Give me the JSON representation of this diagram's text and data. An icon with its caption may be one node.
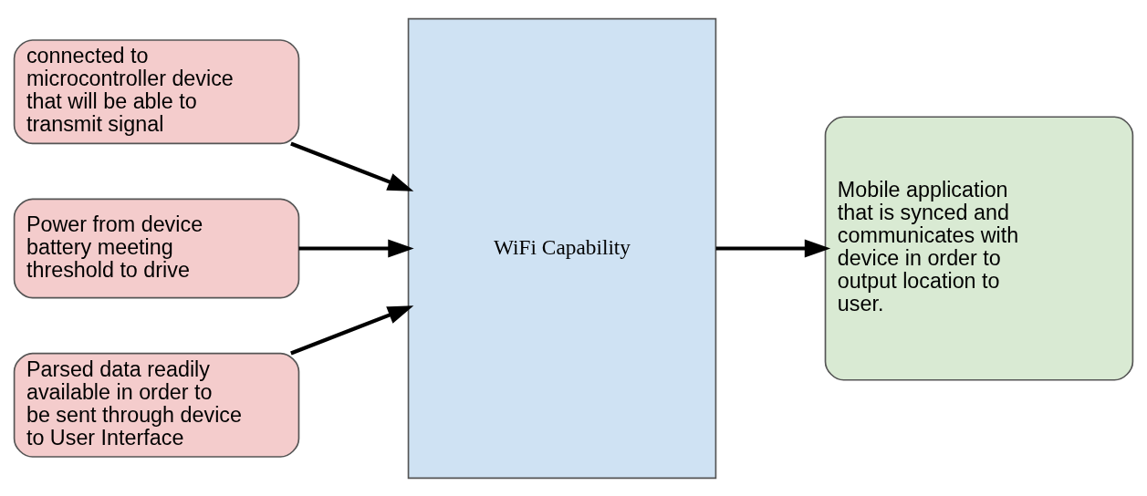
{
  "diagram": {
    "nodes": [
      {
        "text": [
          "connected to microcontroller device that will be able to transmit signal"
        ]
      },
      {
        "text": [
          "Power from device battery meeting threshold to drive"
        ]
      },
      {
        "text": [
          "Parsed data readily available in order to be sent through device to User Interface"
        ]
      },
      {
        "text": [
          "WiFi Capability"
        ]
      },
      {
        "text": [
          "Mobile application that is synced and communicates with device in order to output location to user."
        ]
      }
    ],
    "edges": [
      {
        "from": 0,
        "to": 3,
        "arrow": "to"
      },
      {
        "from": 1,
        "to": 3,
        "arrow": "to"
      },
      {
        "from": 2,
        "to": 3,
        "arrow": "to"
      },
      {
        "from": 3,
        "to": 4,
        "arrow": "to"
      }
    ]
  }
}
